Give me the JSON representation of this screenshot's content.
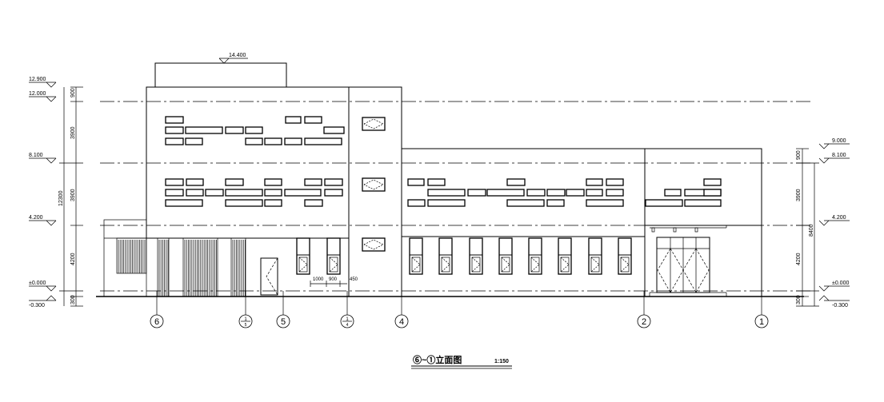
{
  "drawing": {
    "title": "⑥~①立面图",
    "scale": "1:150"
  },
  "elevation_marks": {
    "top": "14.400",
    "left": [
      "12.900",
      "12.000",
      "8.100",
      "4.200",
      "±0.000",
      "-0.300"
    ],
    "right": [
      "9.000",
      "8.100",
      "4.200",
      "±0.000",
      "-0.300"
    ]
  },
  "dimensions": {
    "left_segments": [
      "900",
      "3900",
      "3900",
      "4200",
      "300"
    ],
    "left_total": "12300",
    "right_segments": [
      "900",
      "3900",
      "4200",
      "300"
    ],
    "right_total": "8400",
    "mid": [
      "1000",
      "900",
      "450"
    ]
  },
  "axes": [
    {
      "label": "⑥",
      "kind": "circle-number"
    },
    {
      "label": "1/5",
      "kind": "fraction"
    },
    {
      "label": "⑤",
      "kind": "circle-number"
    },
    {
      "label": "1/4",
      "kind": "fraction"
    },
    {
      "label": "④",
      "kind": "circle-number"
    },
    {
      "label": "②",
      "kind": "circle-number"
    },
    {
      "label": "①",
      "kind": "circle-number"
    }
  ]
}
